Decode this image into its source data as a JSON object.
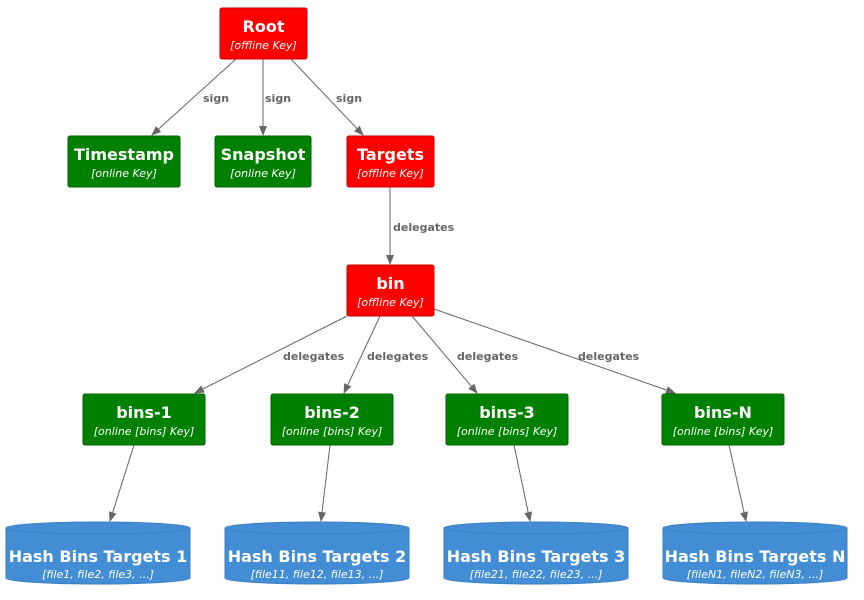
{
  "colors": {
    "offline": "#ff0000",
    "offline_border": "#cc0000",
    "online": "#008000",
    "online_border": "#006400",
    "storage": "#438dd5",
    "storage_border": "#3c7fc0",
    "edge": "#666666"
  },
  "nodes": [
    {
      "id": "root",
      "title": "Root",
      "sub": "[offline Key]",
      "kind": "offline"
    },
    {
      "id": "timestamp",
      "title": "Timestamp",
      "sub": "[online Key]",
      "kind": "online"
    },
    {
      "id": "snapshot",
      "title": "Snapshot",
      "sub": "[online Key]",
      "kind": "online"
    },
    {
      "id": "targets",
      "title": "Targets",
      "sub": "[offline Key]",
      "kind": "offline"
    },
    {
      "id": "bin",
      "title": "bin",
      "sub": "[offline Key]",
      "kind": "offline"
    },
    {
      "id": "bins1",
      "title": "bins-1",
      "sub": "[online [bins] Key]",
      "kind": "online"
    },
    {
      "id": "bins2",
      "title": "bins-2",
      "sub": "[online [bins] Key]",
      "kind": "online"
    },
    {
      "id": "bins3",
      "title": "bins-3",
      "sub": "[online [bins] Key]",
      "kind": "online"
    },
    {
      "id": "binsN",
      "title": "bins-N",
      "sub": "[online [bins] Key]",
      "kind": "online"
    },
    {
      "id": "hash1",
      "title": "Hash Bins Targets 1",
      "sub": "[file1, file2, file3, ...]",
      "kind": "storage"
    },
    {
      "id": "hash2",
      "title": "Hash Bins Targets 2",
      "sub": "[file11, file12, file13, ...]",
      "kind": "storage"
    },
    {
      "id": "hash3",
      "title": "Hash Bins Targets 3",
      "sub": "[file21, file22, file23, ...]",
      "kind": "storage"
    },
    {
      "id": "hashN",
      "title": "Hash Bins Targets N",
      "sub": "[fileN1, fileN2, fileN3, ...]",
      "kind": "storage"
    }
  ],
  "edges": [
    {
      "from": "root",
      "to": "timestamp",
      "label": "sign"
    },
    {
      "from": "root",
      "to": "snapshot",
      "label": "sign"
    },
    {
      "from": "root",
      "to": "targets",
      "label": "sign"
    },
    {
      "from": "targets",
      "to": "bin",
      "label": "delegates"
    },
    {
      "from": "bin",
      "to": "bins1",
      "label": "delegates"
    },
    {
      "from": "bin",
      "to": "bins2",
      "label": "delegates"
    },
    {
      "from": "bin",
      "to": "bins3",
      "label": "delegates"
    },
    {
      "from": "bin",
      "to": "binsN",
      "label": "delegates"
    },
    {
      "from": "bins1",
      "to": "hash1",
      "label": ""
    },
    {
      "from": "bins2",
      "to": "hash2",
      "label": ""
    },
    {
      "from": "bins3",
      "to": "hash3",
      "label": ""
    },
    {
      "from": "binsN",
      "to": "hashN",
      "label": ""
    }
  ]
}
